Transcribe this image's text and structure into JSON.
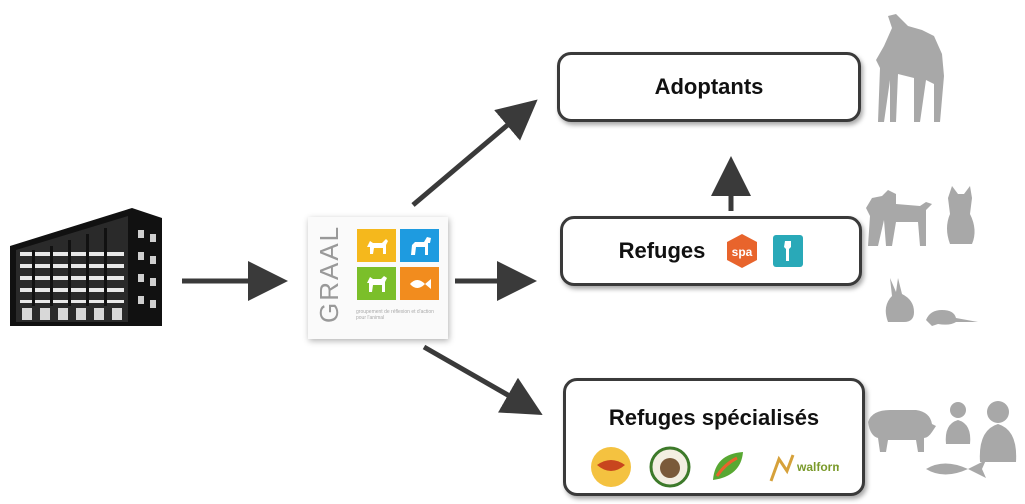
{
  "nodes": {
    "adoptants": "Adoptants",
    "refuges": "Refuges",
    "refuges_specialises": "Refuges spécialisés"
  },
  "graal_logo": {
    "word": "GRAAL",
    "fine_print": "groupement de réflexion et d'action pour l'animal"
  },
  "partner_logos": {
    "spa_text": "spa",
    "walform_text": "walform"
  },
  "icons": {
    "source": "laboratory-building-icon",
    "adoptant_animals": [
      "horse-icon"
    ],
    "refuge_animals": [
      "dog-icon",
      "cat-icon",
      "rabbit-icon",
      "rat-icon"
    ],
    "special_animals": [
      "pig-icon",
      "monkey-icon",
      "primate-icon",
      "fish-icon"
    ]
  },
  "colors": {
    "graal_yellow": "#f5b81c",
    "graal_blue": "#1e9be0",
    "graal_green": "#7bbf2a",
    "graal_orange": "#f28c1e",
    "silhouette": "#a8a8a8",
    "arrow": "#3a3a3a"
  }
}
